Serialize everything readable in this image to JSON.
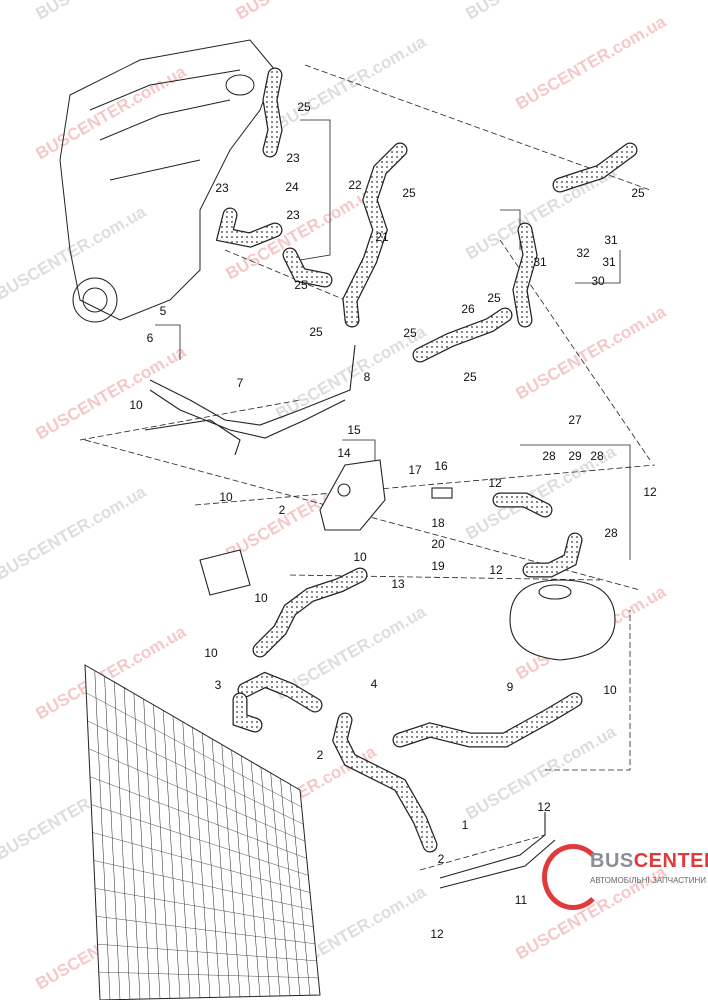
{
  "diagram": {
    "title": "Coolant hoses and pipes",
    "callouts": [
      "25",
      "23",
      "22",
      "24",
      "23",
      "23",
      "21",
      "25",
      "25",
      "25",
      "25",
      "32",
      "31",
      "31",
      "31",
      "30",
      "26",
      "25",
      "25",
      "25",
      "5",
      "6",
      "7",
      "8",
      "10",
      "10",
      "15",
      "14",
      "17",
      "16",
      "27",
      "28",
      "29",
      "28",
      "12",
      "12",
      "18",
      "2",
      "10",
      "20",
      "19",
      "13",
      "28",
      "12",
      "10",
      "10",
      "3",
      "4",
      "9",
      "10",
      "2",
      "1",
      "12",
      "2",
      "11",
      "12"
    ]
  },
  "watermark": {
    "text": "BUSCENTER.com.ua"
  },
  "logo": {
    "brand_part1": "BUS",
    "brand_part2": "CENTER",
    "subtitle": "АВТОМОБІЛЬНІ ЗАПЧАСТИНИ",
    "colors": {
      "gray": "#8a8f96",
      "red": "#e03a3a"
    }
  }
}
